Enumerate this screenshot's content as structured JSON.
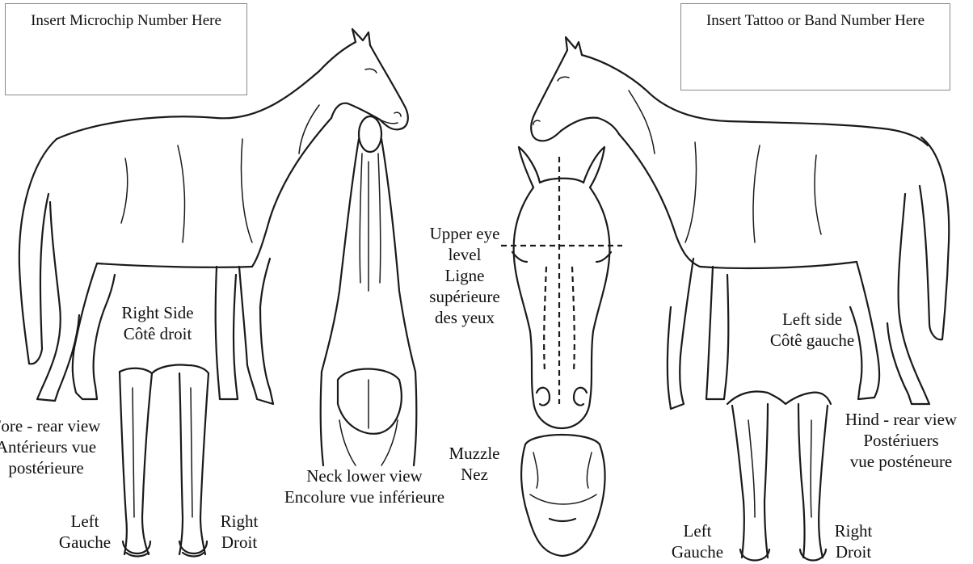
{
  "microchip_box": {
    "label": "Insert Microchip Number Here"
  },
  "tattoo_box": {
    "label": "Insert Tattoo or Band Number Here"
  },
  "labels": {
    "right_side": [
      "Right Side",
      "Côtê droit"
    ],
    "left_side": [
      "Left side",
      "Côtê gauche"
    ],
    "fore_rear_view": [
      "Fore - rear view",
      "Antérieurs vue",
      "postérieure"
    ],
    "hind_rear_view": [
      "Hind - rear view",
      "Postériuers",
      "vue posténeure"
    ],
    "neck_lower_view": [
      "Neck lower view",
      "Encolure vue inférieure"
    ],
    "upper_eye_level": [
      "Upper eye",
      "level",
      "Ligne",
      "supérieure",
      "des yeux"
    ],
    "muzzle": [
      "Muzzle",
      "Nez"
    ],
    "fore_left": [
      "Left",
      "Gauche"
    ],
    "fore_right": [
      "Right",
      "Droit"
    ],
    "hind_left": [
      "Left",
      "Gauche"
    ],
    "hind_right": [
      "Right",
      "Droit"
    ]
  }
}
